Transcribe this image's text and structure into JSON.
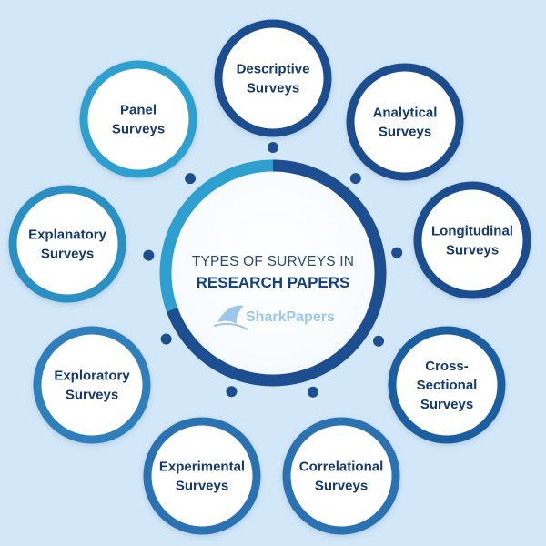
{
  "center": {
    "line1": "TYPES OF SURVEYS IN",
    "line2": "RESEARCH PAPERS",
    "brand": "SharkPapers"
  },
  "nodes": [
    {
      "id": "descriptive",
      "lines": [
        "Descriptive",
        "Surveys"
      ],
      "color": "#1d4e8f"
    },
    {
      "id": "analytical",
      "lines": [
        "Analytical",
        "Surveys"
      ],
      "color": "#1d4e8f"
    },
    {
      "id": "longitudinal",
      "lines": [
        "Longitudinal",
        "Surveys"
      ],
      "color": "#1d4e8f"
    },
    {
      "id": "cross-sectional",
      "lines": [
        "Cross-",
        "Sectional",
        "Surveys"
      ],
      "color": "#1f5fa0"
    },
    {
      "id": "correlational",
      "lines": [
        "Correlational",
        "Surveys"
      ],
      "color": "#2a72b2"
    },
    {
      "id": "experimental",
      "lines": [
        "Experimental",
        "Surveys"
      ],
      "color": "#2a72b2"
    },
    {
      "id": "exploratory",
      "lines": [
        "Exploratory",
        "Surveys"
      ],
      "color": "#2f7fbc"
    },
    {
      "id": "explanatory",
      "lines": [
        "Explanatory",
        "Surveys"
      ],
      "color": "#2b8fc2"
    },
    {
      "id": "panel",
      "lines": [
        "Panel",
        "Surveys"
      ],
      "color": "#2e9fcf"
    }
  ],
  "colors": {
    "background": "#d2e7f8",
    "ring_dark": "#1d4e8f",
    "ring_light": "#2e9fcf",
    "dot": "#1d4e8f"
  }
}
